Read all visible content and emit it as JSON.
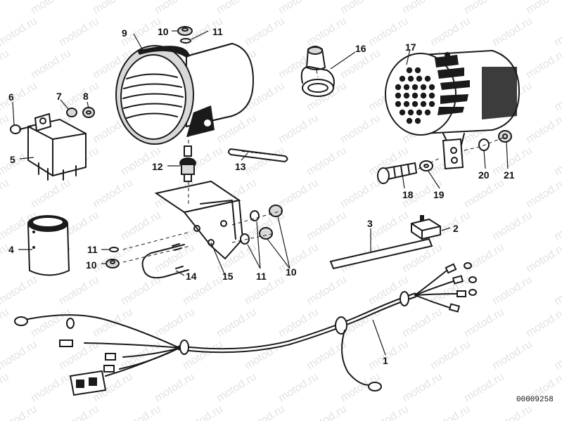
{
  "watermark": {
    "text": "motod.ru"
  },
  "reference_number": "00009258",
  "callouts": [
    {
      "id": "c1",
      "label": "1"
    },
    {
      "id": "c2",
      "label": "2"
    },
    {
      "id": "c3",
      "label": "3"
    },
    {
      "id": "c4",
      "label": "4"
    },
    {
      "id": "c5",
      "label": "5"
    },
    {
      "id": "c6",
      "label": "6"
    },
    {
      "id": "c7",
      "label": "7"
    },
    {
      "id": "c8",
      "label": "8"
    },
    {
      "id": "c9",
      "label": "9"
    },
    {
      "id": "c10a",
      "label": "10"
    },
    {
      "id": "c11a",
      "label": "11"
    },
    {
      "id": "c12",
      "label": "12"
    },
    {
      "id": "c13",
      "label": "13"
    },
    {
      "id": "c16",
      "label": "16"
    },
    {
      "id": "c17",
      "label": "17"
    },
    {
      "id": "c18",
      "label": "18"
    },
    {
      "id": "c19",
      "label": "19"
    },
    {
      "id": "c20",
      "label": "20"
    },
    {
      "id": "c21",
      "label": "21"
    },
    {
      "id": "c11b",
      "label": "11"
    },
    {
      "id": "c10b",
      "label": "10"
    },
    {
      "id": "c14",
      "label": "14"
    },
    {
      "id": "c15",
      "label": "15"
    },
    {
      "id": "c11c",
      "label": "11"
    },
    {
      "id": "c10c",
      "label": "10"
    }
  ],
  "colors": {
    "ink": "#1a1a1a",
    "watermark": "#c8ccd2",
    "background": "#ffffff"
  }
}
